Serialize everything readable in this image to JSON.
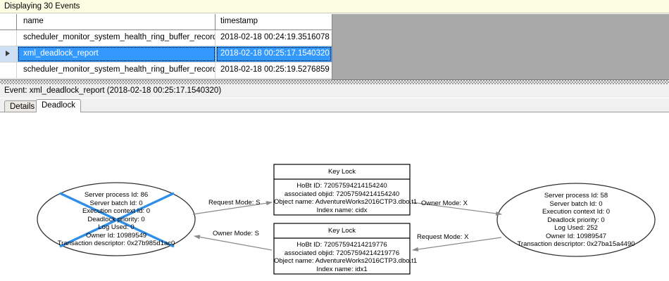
{
  "banner": {
    "text": "Displaying 30 Events"
  },
  "grid": {
    "columns": [
      "",
      "name",
      "timestamp"
    ],
    "rows": [
      {
        "selector": "",
        "name": "scheduler_monitor_system_health_ring_buffer_recorded",
        "timestamp": "2018-02-18 00:24:19.3516078",
        "selected": false
      },
      {
        "selector": "row-pointer-icon",
        "name": "xml_deadlock_report",
        "timestamp": "2018-02-18 00:25:17.1540320",
        "selected": true
      },
      {
        "selector": "",
        "name": "scheduler_monitor_system_health_ring_buffer_recorded",
        "timestamp": "2018-02-18 00:25:19.5276859",
        "selected": false
      }
    ]
  },
  "event_header": {
    "text": "Event: xml_deadlock_report (2018-02-18 00:25:17.1540320)"
  },
  "tabs": [
    {
      "label": "Details",
      "active": false
    },
    {
      "label": "Deadlock",
      "active": true
    }
  ],
  "deadlock": {
    "victim_process": {
      "lines": [
        "Server process Id: 86",
        "Server batch Id: 0",
        "Execution context Id: 0",
        "Deadlock priority: 0",
        "Log Used: 0",
        "Owner Id: 10989549",
        "Transaction descriptor: 0x27b985d1ac0"
      ],
      "is_victim": true,
      "victim_cross_color": "#2f8fe8"
    },
    "surviving_process": {
      "lines": [
        "Server process Id: 58",
        "Server batch Id: 0",
        "Execution context Id: 0",
        "Deadlock priority: 0",
        "Log Used: 252",
        "Owner Id: 10989547",
        "Transaction descriptor: 0x27ba15a4490"
      ],
      "is_victim": false
    },
    "resource_top": {
      "title": "Key Lock",
      "lines": [
        "HoBt ID: 72057594214154240",
        "associated objid: 72057594214154240",
        "Object name: AdventureWorks2016CTP3.dbo.t1",
        "Index name: cidx"
      ]
    },
    "resource_bottom": {
      "title": "Key Lock",
      "lines": [
        "HoBt ID: 72057594214219776",
        "associated objid: 72057594214219776",
        "Object name: AdventureWorks2016CTP3.dbo.t1",
        "Index name: idx1"
      ]
    },
    "edges": {
      "left_request": "Request Mode: S",
      "right_owner": "Owner Mode: X",
      "left_owner": "Owner Mode: S",
      "right_request": "Request Mode: X"
    }
  },
  "colors": {
    "banner_bg": "#fdfde4",
    "selection_blue": "#3399ff",
    "grid_empty_gray": "#a9a9a9"
  }
}
